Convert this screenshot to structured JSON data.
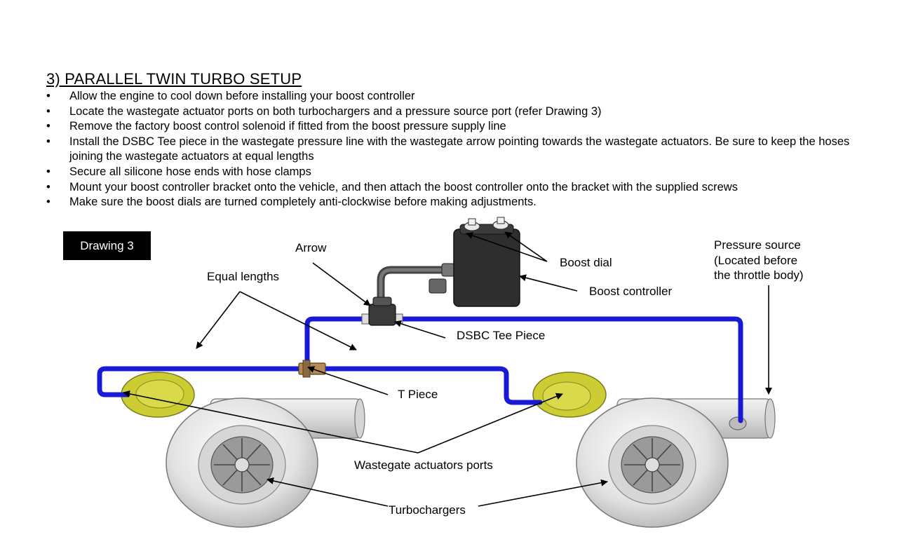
{
  "heading": "3)  PARALLEL TWIN TURBO SETUP",
  "bullet_glyph": "•",
  "steps": [
    "Allow the engine to cool down before installing your boost controller",
    "Locate the wastegate actuator ports on both turbochargers and a pressure source port (refer Drawing 3)",
    "Remove the factory boost control solenoid if fitted from the boost pressure supply line",
    "Install the DSBC Tee piece in the wastegate pressure line with the wastegate arrow pointing towards the wastegate actuators. Be sure to keep the hoses joining the wastegate actuators at equal lengths",
    "Secure all silicone hose ends with hose clamps",
    "Mount your boost controller bracket onto the vehicle, and then attach the boost controller onto the bracket with the supplied screws",
    "Make sure the boost dials are turned completely anti-clockwise before making adjustments."
  ],
  "drawing_label": "Drawing 3",
  "labels": {
    "arrow": "Arrow",
    "equal_lengths": "Equal lengths",
    "boost_dial": "Boost dial",
    "boost_controller": "Boost controller",
    "pressure_source_1": "Pressure source",
    "pressure_source_2": "(Located before",
    "pressure_source_3": "the throttle body)",
    "dsbc_tee": "DSBC Tee Piece",
    "t_piece": "T Piece",
    "wastegate_ports": "Wastegate actuators ports",
    "turbochargers": "Turbochargers"
  },
  "colors": {
    "hose": "#1a1ad6",
    "actuator": "#c9c83a",
    "turbo_body": "#e6e6e6",
    "controller": "#2e2e2e"
  }
}
